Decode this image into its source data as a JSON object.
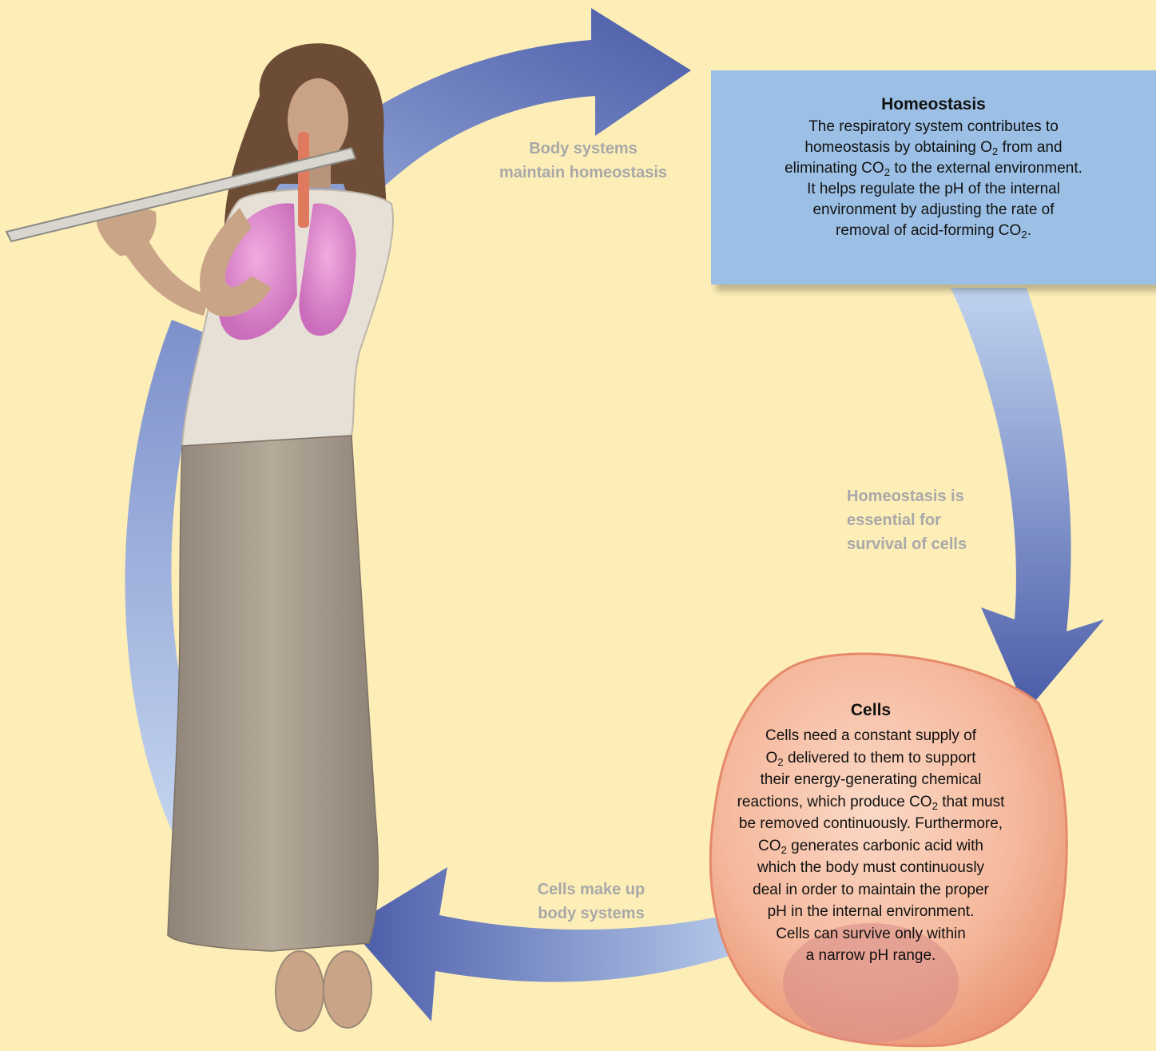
{
  "colors": {
    "background": "#fdeeb8",
    "arrow_dark": "#4a5ba8",
    "arrow_light": "#bcd0ee",
    "box_fill": "#9cc0e5",
    "cell_fill": "#f2a88a",
    "label_gray": "#a8a8a8"
  },
  "figure": {
    "subject": "woman-playing-flute-with-lungs-shown",
    "icons": [
      "flute-icon",
      "lungs-icon",
      "trachea-icon"
    ]
  },
  "cycle_labels": {
    "body_systems_1": "Body systems",
    "body_systems_2": "maintain homeostasis",
    "essential_1": "Homeostasis is",
    "essential_2": "essential for",
    "essential_3": "survival of cells",
    "cells_make_1": "Cells make up",
    "cells_make_2": "body systems"
  },
  "homeostasis": {
    "title": "Homeostasis",
    "l1": "The respiratory system contributes to",
    "l2a": "homeostasis by obtaining O",
    "l2sub": "2",
    "l2b": " from and",
    "l3a": "eliminating CO",
    "l3sub": "2",
    "l3b": " to the external environment.",
    "l4": "It helps regulate the pH of the internal",
    "l5": "environment by adjusting the rate of",
    "l6a": "removal of acid-forming CO",
    "l6sub": "2",
    "l6b": "."
  },
  "cells": {
    "title": "Cells",
    "l1": "Cells need a constant supply of",
    "l2a": "O",
    "l2sub": "2",
    "l2b": " delivered to them to support",
    "l3": "their energy-generating chemical",
    "l4a": "reactions, which produce CO",
    "l4sub": "2",
    "l4b": " that must",
    "l5": "be removed continuously. Furthermore,",
    "l6a": "CO",
    "l6sub": "2",
    "l6b": " generates carbonic acid with",
    "l7": "which the body must continuously",
    "l8": "deal in order to maintain the proper",
    "l9": "pH in the internal environment.",
    "l10": "Cells can survive only within",
    "l11": "a narrow pH range."
  }
}
